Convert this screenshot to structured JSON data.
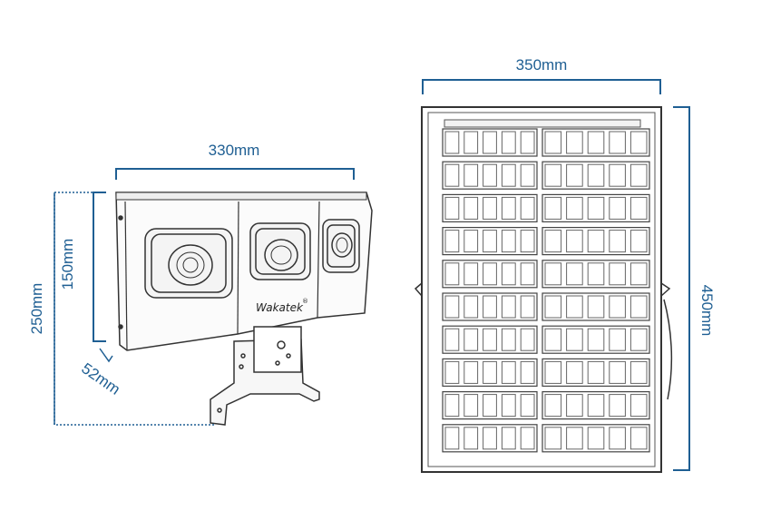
{
  "light": {
    "width_label": "330mm",
    "height_label": "150mm",
    "total_height_label": "250mm",
    "depth_label": "52mm",
    "brand": "Wakatek",
    "brand_mark": "®"
  },
  "panel": {
    "width_label": "350mm",
    "height_label": "450mm",
    "cell_rows": 10,
    "cells_per_half_row": 5
  },
  "colors": {
    "dimension": "#1f5f93",
    "outline": "#333333"
  }
}
